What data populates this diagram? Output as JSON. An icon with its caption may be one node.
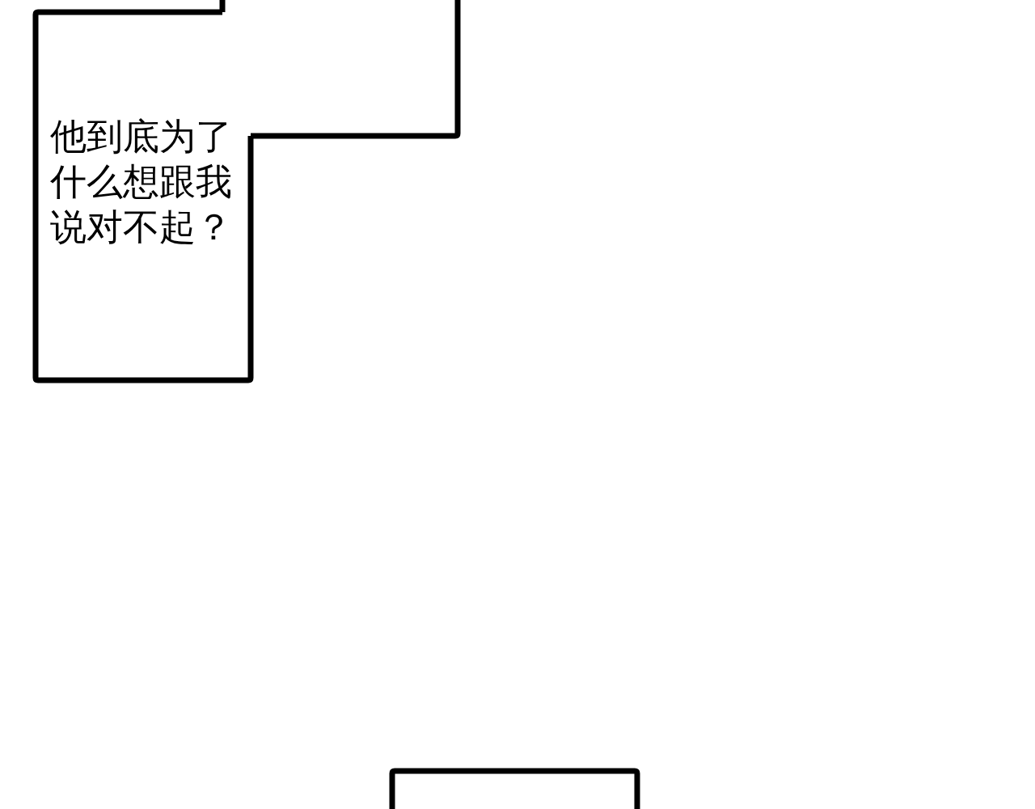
{
  "diagram": {
    "nodes": [
      {
        "text": [],
        "shape": "box"
      },
      {
        "text": [
          "他到底为了什么想跟我说对不起？"
        ]
      },
      {
        "text": [],
        "shape": "box"
      }
    ]
  }
}
